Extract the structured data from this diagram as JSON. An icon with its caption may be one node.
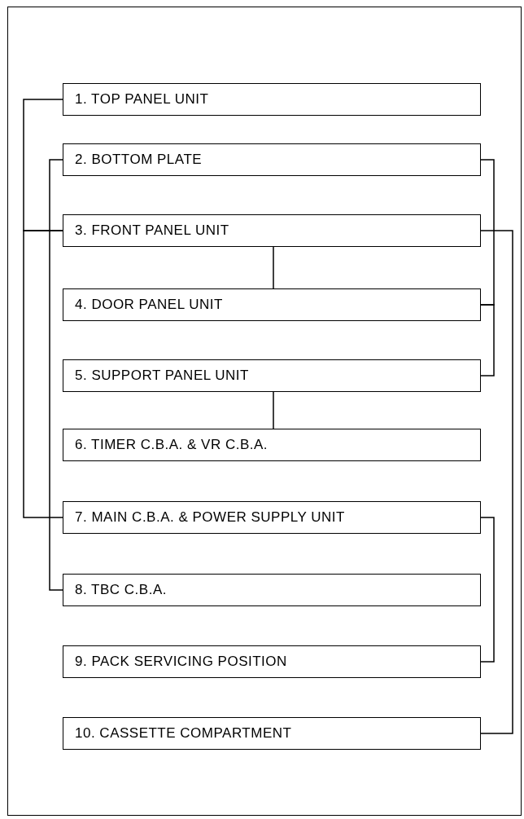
{
  "diagram": {
    "nodes": [
      {
        "text": [
          "1. TOP PANEL UNIT"
        ]
      },
      {
        "text": [
          "2. BOTTOM PLATE"
        ]
      },
      {
        "text": [
          "3. FRONT PANEL UNIT"
        ]
      },
      {
        "text": [
          "4. DOOR PANEL UNIT"
        ]
      },
      {
        "text": [
          "5. SUPPORT PANEL UNIT"
        ]
      },
      {
        "text": [
          "6. TIMER C.B.A. & VR C.B.A."
        ]
      },
      {
        "text": [
          "7. MAIN C.B.A. & POWER SUPPLY UNIT"
        ]
      },
      {
        "text": [
          "8. TBC C.B.A."
        ]
      },
      {
        "text": [
          "9. PACK SERVICING POSITION"
        ]
      },
      {
        "text": [
          "10. CASSETTE COMPARTMENT"
        ]
      }
    ],
    "edges": [
      {
        "from": 0,
        "to": 2,
        "arrow": "none"
      },
      {
        "from": 2,
        "to": 6,
        "arrow": "none"
      },
      {
        "from": 1,
        "to": 7,
        "arrow": "none"
      },
      {
        "from": 2,
        "to": 3,
        "arrow": "none"
      },
      {
        "from": 1,
        "to": 3,
        "arrow": "none"
      },
      {
        "from": 3,
        "to": 4,
        "arrow": "none"
      },
      {
        "from": 4,
        "to": 5,
        "arrow": "none"
      },
      {
        "from": 6,
        "to": 8,
        "arrow": "none"
      },
      {
        "from": 2,
        "to": 9,
        "arrow": "none"
      }
    ]
  }
}
